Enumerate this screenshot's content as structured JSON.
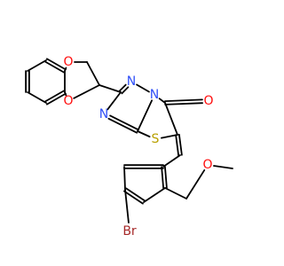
{
  "molecule": {
    "atoms": [
      {
        "id": "O1",
        "label": "O",
        "color": "#ff0d0d"
      },
      {
        "id": "O2",
        "label": "O",
        "color": "#ff0d0d"
      },
      {
        "id": "N1",
        "label": "N",
        "color": "#3050f8"
      },
      {
        "id": "N2",
        "label": "N",
        "color": "#3050f8"
      },
      {
        "id": "N3",
        "label": "N",
        "color": "#3050f8"
      },
      {
        "id": "S1",
        "label": "S",
        "color": "#b8a000"
      },
      {
        "id": "O3",
        "label": "O",
        "color": "#ff0d0d"
      },
      {
        "id": "O4",
        "label": "O",
        "color": "#ff0d0d"
      },
      {
        "id": "Br1",
        "label": "Br",
        "color": "#a62929"
      }
    ]
  }
}
